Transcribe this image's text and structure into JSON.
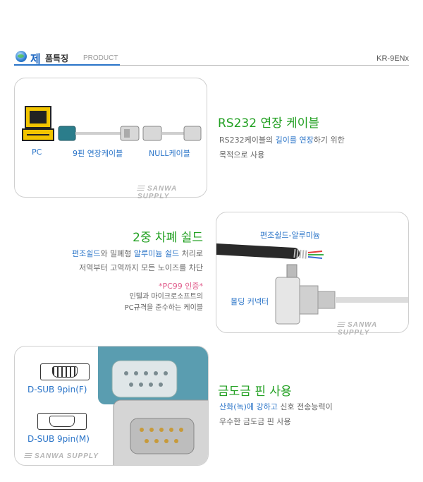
{
  "header": {
    "title_first": "제",
    "title_rest": "품특징",
    "subtitle": "PRODUCT",
    "model": "KR-9ENx"
  },
  "section1": {
    "title": "RS232 연장 케이블",
    "line1_a": "RS232케이블의 ",
    "line1_b": "길이를 연장",
    "line1_c": "하기 위한",
    "line2": "목적으로 사용",
    "label_pc": "PC",
    "label_9pin": "9핀 연장케이블",
    "label_null": "NULL케이블",
    "brand": "SANWA SUPPLY"
  },
  "section2": {
    "title": "2중 차폐 쉴드",
    "line1_a": "편조쉴드",
    "line1_b": "와 밀폐형 ",
    "line1_c": "알루미늄 쉴드",
    "line1_d": " 처리로",
    "line2": "저역부터 고역까지 모든 노이즈를 차단",
    "note_title": "*PC99 인증*",
    "note_line1": "인텔과 마이크로소프트의",
    "note_line2": "PC규격을 준수하는 케이블",
    "label_shield": "편조쉴드-알루미늄",
    "label_molding": "몰딩 커넥터",
    "brand": "SANWA SUPPLY"
  },
  "section3": {
    "title": "금도금 핀 사용",
    "line1_a": "산화(녹)에 강하고",
    "line1_b": " 신호 전송능력이",
    "line2": "우수한 금도금 핀 사용",
    "label_f": "D-SUB 9pin(F)",
    "label_m": "D-SUB 9pin(M)",
    "brand": "SANWA SUPPLY"
  },
  "colors": {
    "accent_blue": "#2a74c8",
    "title_green": "#22a022",
    "note_pink": "#e05a8a"
  }
}
